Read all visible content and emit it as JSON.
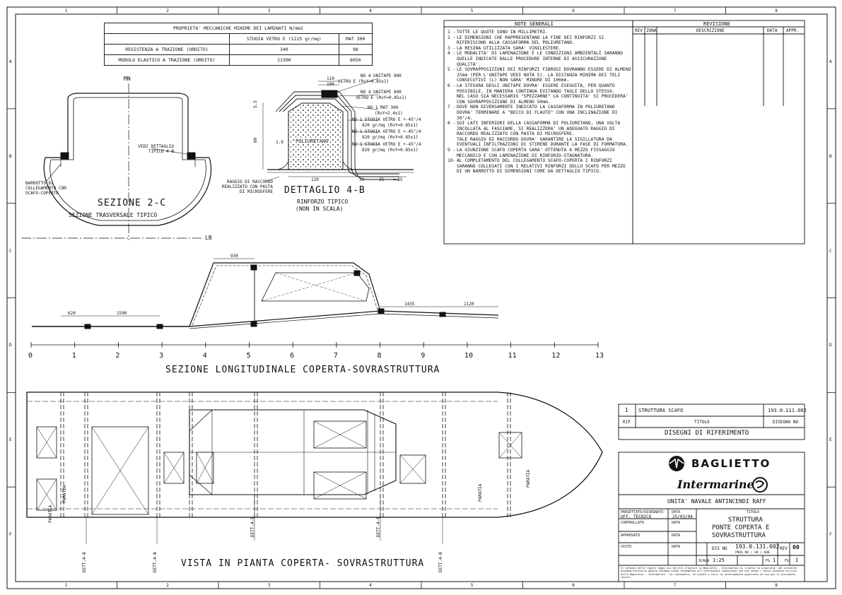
{
  "grid": {
    "columns": [
      "1",
      "2",
      "3",
      "4",
      "5",
      "6",
      "7",
      "8"
    ],
    "rows": [
      "A",
      "B",
      "C",
      "D",
      "E",
      "F"
    ]
  },
  "properties_table": {
    "title": "PROPRIETA' MECCANICHE MINIME DEI LAMINATI N/mm2",
    "col1": "STUOIA VETRO E (1225 gr/mq)",
    "col2": "MAT 300",
    "rows": [
      {
        "label": "RESISTENZA A TRAZIONE (ORDITO)",
        "v1": "340",
        "v2": "98"
      },
      {
        "label": "MODULO ELASTICO A TRAZIONE (ORDITO)",
        "v1": "21300",
        "v2": "8050"
      }
    ]
  },
  "section": {
    "mn": "MN",
    "lb": "LB",
    "detail_ref": "VEDI DETTAGLIO TIPICO 4-B",
    "bar_label": "BARROTTO DI COLLEGAMENTO CON SCAFO-COPERTA",
    "title": "SEZIONE 2-C",
    "subtitle": "SEZIONE TRASVERSALE TIPICO"
  },
  "detail": {
    "title": "DETTAGLIO 4-B",
    "subtitle1": "RINFORZO TIPICO",
    "subtitle2": "(NON IN SCALA)",
    "foam": "POLIURETANO",
    "fillet": "RAGGIO DI RACCORDO REALIZZATO CON PASTA DI MICROSFERE",
    "layers": [
      {
        "a": "NO 4 UNITAPE 800",
        "b": "VETRO E (RvY=0.85±1)"
      },
      {
        "a": "NO 4 UNITAPE 800",
        "b": "VETRO E (RvY=0.85±1)"
      },
      {
        "a": "NO 1 MAT 300",
        "b": "(RvY=2.4±1)"
      },
      {
        "a": "NO 1 STUOIA VETRO E +-45°/4",
        "b": "820 gr/mq (RvY=0.85±1)"
      },
      {
        "a": "NO 1 STUOIA VETRO E +-45°/4",
        "b": "820 gr/mq (RvY=0.85±1)"
      },
      {
        "a": "NO 1 STUOIA VETRO E +-45°/4",
        "b": "820 gr/mq (RvY=0.85±1)"
      }
    ],
    "dims": {
      "top1": "110",
      "top2": "100",
      "h1": "5.5",
      "h2": "80",
      "slope": "1.9",
      "bottom1": "120",
      "bottom2": "50",
      "bottom3": "25",
      "bottom4": "<=25"
    }
  },
  "notes": {
    "title": "NOTE GENERALI",
    "items": [
      {
        "n": "1 -",
        "text": "TUTTE LE QUOTE SONO IN MILLIMETRI."
      },
      {
        "n": "2 -",
        "text": "LE DIMENSIONI CHE RAPPRESENTANO LA FINE DEI RINFORZI SI RIFERISCONO ALLA CASSAFORMA DEL POLIURETANO."
      },
      {
        "n": "3 -",
        "text": "LA RESINA UTILIZZATA SARA' VINILESTERE."
      },
      {
        "n": "4 -",
        "text": "LE MODALITA' DI LAMINAZIONE E LE CONDIZIONI AMBIENTALI SARANNO QUELLE INDICATE DALLE PROCEDURE INTERNE DI ASSICURAZIONE QUALITA'."
      },
      {
        "n": "5 -",
        "text": "LE SOVRAPPOSIZIONI DEI RINFORZI FIBROSI DOVRANNO ESSERE DI ALMENO 25mm (PER L'UNITAPE VEDI NOTA 5). LA DISTANZA MINIMA DEI TELI CONSECUTIVI (L) NON SARA' MINORE DI 100mm."
      },
      {
        "n": "6 -",
        "text": "LA STESURA DEGLI UNITAPE DOVRA' ESSERE ESEGUITA, PER QUANTO POSSIBILE, IN MANIERA CONTINUA EVITANDO TAGLI DELLO STESSO.\nNEL CASO SIA NECESSARIO \"SPEZZARNE\" LA CONTINUITA' SI PROCEDERA' CON SOVRAPPOSIZIONE DI ALMENO 50mm."
      },
      {
        "n": "7 -",
        "text": "DOVE NON DIVERSAMENTE INDICATO LA CASSAFORMA IN POLIURETANO DOVRA' TERMINARE A \"BECCO DI FLAUTO\" CON UNA INCLINAZIONE DI 30°/4."
      },
      {
        "n": "8 -",
        "text": "SUI LATI INFERIORI DELLA CASSAFORMA DI POLIURETANO, UNA VOLTA INCOLLATA AL FASCIAME, SI REALIZZERA' UN ADEGUATO RAGGIO DI RACCORDO REALIZZATO CON PASTA DI MICROSFERE.\nTALE RAGGIO DI RACCORDO DOVRA' GARANTIRE LA SIGILLATURA DA EVENTUALI INFILTRAZIONI DI STIRENE DURANTE LA FASE DI FORMATURA."
      },
      {
        "n": "9 -",
        "text": "LA GIUNZIONE SCAFO COPERTA SARA' OTTENUTA A MEZZO FISSAGGIO MECCANICO E CON LAMINAZIONE DI RINFORZO-STAGNATURA."
      },
      {
        "n": "10-",
        "text": "AL COMPLETAMENTO DEL COLLEGAMENTO SCAFO-COPERTA I RINFORZI SARANNO COLLEGATI CON I RELATIVI RINFORZI DELLO SCAFO PER MEZZO DI UN BARROTTO DI DIMENSIONI COME DA DETTAGLIO TIPICO."
      }
    ]
  },
  "revision": {
    "title": "REVISIONE",
    "headers": [
      "REV",
      "ZONA",
      "DESCRIZIONE",
      "DATA",
      "APPR."
    ]
  },
  "longitudinal": {
    "title": "SEZIONE LONGITUDINALE COPERTA-SOVRASTRUTTURA",
    "frames": [
      "0",
      "1",
      "2",
      "3",
      "4",
      "5",
      "6",
      "7",
      "8",
      "9",
      "10",
      "11",
      "12",
      "13"
    ],
    "dims": [
      "620",
      "1590",
      "930",
      "1435",
      "1120"
    ]
  },
  "plan": {
    "title": "VISTA IN PIANTA COPERTA- SOVRASTRUTTURA",
    "bulkhead": "PARATIA",
    "detail": "DETT.4-B"
  },
  "references": {
    "ref_num": "1",
    "ref_title": "STRUTTURA SCAFO",
    "ref_drawing": "193.0.111.002",
    "h_rif": "RIF",
    "h_titolo": "TITOLO",
    "h_disegno": "DISEGNO NO",
    "caption": "DISEGNI DI RIFERIMENTO"
  },
  "titleblock": {
    "brand1": "BAGLIETTO",
    "brand2": "Intermarine",
    "project": "UNITA' NAVALE ANTINCENDI RAFF",
    "designed_label": "PROGETTATO/DISEGNATO",
    "designed_by": "UFF. TECNICO",
    "data_label": "DATA",
    "designed_date": "25/03/04",
    "checked_label": "CONTROLLATO",
    "approved_label": "APPROVATO",
    "seen_label": "VISTO",
    "title_label": "TITOLO",
    "title1": "STRUTTURA",
    "title2": "PONTE COPERTA E",
    "title3": "SOVRASTRUTTURA",
    "dis_label": "DIS NO",
    "drawing_no": "193.0.131.002",
    "drawing_sub": "PROG NO | GR | DAB",
    "rev_label": "REV",
    "rev": "00",
    "scale_label": "SCALA",
    "scale": "1:25",
    "fg_label": "FG",
    "fg": "1",
    "fg_of": "I",
    "legal": "Il termine delle regole legge sui diritti d'autore la Baglietto - Intermarine si riserva la proprieta' del presente disegno/fornitura-quanto disegno viene consegnato all'interessato condizione che non venga ( senza consenso scritto della Baglietto - Intermarine - ne riprodotto, ne ceduto a terzi ne diversamente applicato se non per il preceduto lavoro."
  }
}
